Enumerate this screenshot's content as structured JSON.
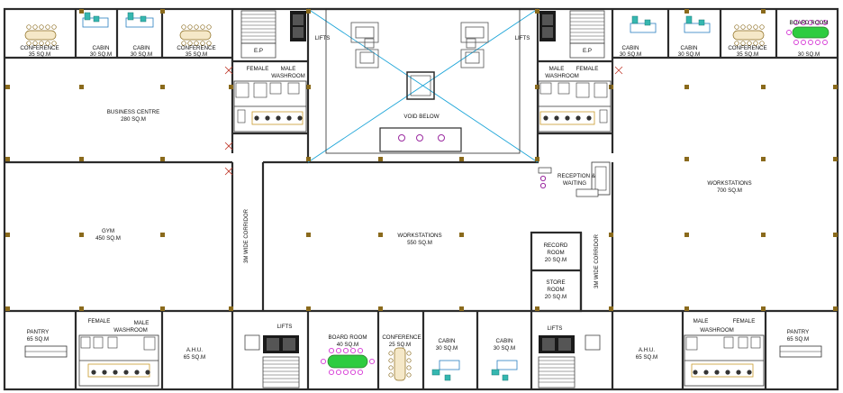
{
  "rooms": {
    "conference_tl1": [
      "CONFERENCE",
      "35 SQ.M"
    ],
    "cabin_tl1": [
      "CABIN",
      "30 SQ.M"
    ],
    "cabin_tl2": [
      "CABIN",
      "30 SQ.M"
    ],
    "conference_tl2": [
      "CONFERENCE",
      "35 SQ.M"
    ],
    "ep_left": [
      "E.P"
    ],
    "lifts_left": [
      "LIFTS"
    ],
    "lifts_right": [
      "LIFTS"
    ],
    "ep_right": [
      "E.P"
    ],
    "cabin_tr1": [
      "CABIN",
      "30 SQ.M"
    ],
    "cabin_tr2": [
      "CABIN",
      "30 SQ.M"
    ],
    "conference_tr": [
      "CONFERENCE",
      "35 SQ.M"
    ],
    "boardroom_tr": [
      "BOARD ROOM",
      "30 SQ.M"
    ],
    "female_left": [
      "FEMALE"
    ],
    "male_washroom_left": [
      "MALE",
      "WASHROOM"
    ],
    "male_washroom_right": [
      "MALE",
      "WASHROOM"
    ],
    "female_right": [
      "FEMALE"
    ],
    "business_centre": [
      "BUSINESS CENTRE",
      "280 SQ.M"
    ],
    "void_below": [
      "VOID BELOW"
    ],
    "reception": [
      "RECEPTION &",
      "WAITING"
    ],
    "workstations_right": [
      "WORKSTATIONS",
      "700 SQ.M"
    ],
    "gym": [
      "GYM",
      "450 SQ.M"
    ],
    "workstations_center": [
      "WORKSTATIONS",
      "550 SQ.M"
    ],
    "record_room": [
      "RECORD",
      "ROOM",
      "20 SQ.M"
    ],
    "store_room": [
      "STORE",
      "ROOM",
      "20 SQ.M"
    ],
    "pantry_left": [
      "PANTRY",
      "65 SQ.M"
    ],
    "female_bl": [
      "FEMALE"
    ],
    "male_washroom_bl": [
      "MALE",
      "WASHROOM"
    ],
    "ahu_left": [
      "A.H.U.",
      "65 SQ.M"
    ],
    "lifts_bottom_left": [
      "LIFTS"
    ],
    "boardroom_bottom": [
      "BOARD ROOM",
      "40 SQ.M"
    ],
    "conference_bottom": [
      "CONFERENCE",
      "25 SQ.M"
    ],
    "cabin_b1": [
      "CABIN",
      "30 SQ.M"
    ],
    "cabin_b2": [
      "CABIN",
      "30 SQ.M"
    ],
    "lifts_bottom_right": [
      "LIFTS"
    ],
    "ahu_right": [
      "A.H.U.",
      "65 SQ.M"
    ],
    "male_washroom_br": [
      "MALE",
      "WASHROOM"
    ],
    "female_br": [
      "FEMALE"
    ],
    "pantry_right": [
      "PANTRY",
      "65 SQ.M"
    ]
  },
  "corridors": {
    "left": "3M WIDE CORRIDOR",
    "right": "3M WIDE CORRIDOR"
  },
  "colors": {
    "wall": "#2b2b2b",
    "column": "#8a6a1c",
    "void_lines": "#1fa6d9",
    "board_table": "#2ecc40",
    "board_chairs": "#d63ad6",
    "cabin_desk": "#36b7b0",
    "door_mark": "#c0392b"
  }
}
